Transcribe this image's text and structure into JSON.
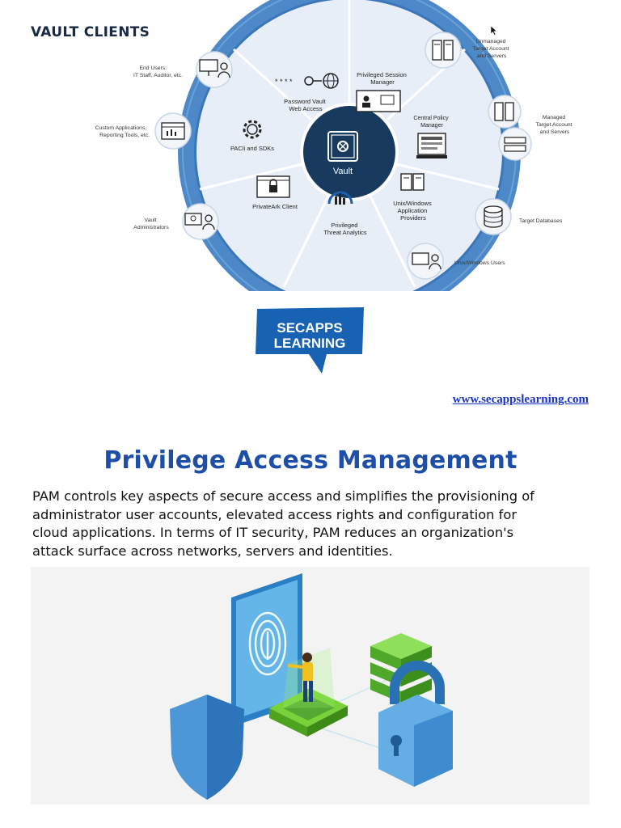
{
  "diagram": {
    "title": "VAULT CLIENTS",
    "center_label": "Vault",
    "segments": [
      {
        "label_lines": [
          "Password Vault",
          "Web Access"
        ]
      },
      {
        "label_lines": [
          "Privileged Session",
          "Manager"
        ]
      },
      {
        "label_lines": [
          "Central Policy",
          "Manager"
        ]
      },
      {
        "label_lines": [
          "Unix/Windows",
          "Application",
          "Providers"
        ]
      },
      {
        "label_lines": [
          "Privileged",
          "Threat Analytics"
        ]
      },
      {
        "label_lines": [
          "PrivateArk Client"
        ]
      },
      {
        "label_lines": [
          "PACli and SDKs"
        ]
      }
    ],
    "clients": [
      {
        "label_lines": [
          "End Users:",
          "IT Staff, Auditor, etc."
        ],
        "icon": "computer-user-icon"
      },
      {
        "label_lines": [
          "Custom Applications,",
          "Reporting Tools, etc."
        ],
        "icon": "app-window-icon"
      },
      {
        "label_lines": [
          "Vault",
          "Administrators"
        ],
        "icon": "admin-user-icon"
      },
      {
        "label_lines": [
          "Unmanaged",
          "Target Account",
          "and Servers"
        ],
        "icon": "server-tower-icon"
      },
      {
        "label_lines": [
          "Managed",
          "Target Account",
          "and Servers"
        ],
        "icon": "server-stack-icon"
      },
      {
        "label_lines": [
          "Target Databases"
        ],
        "icon": "database-icon"
      },
      {
        "label_lines": [
          "Unix/Windows Users"
        ],
        "icon": "computer-user-icon"
      }
    ],
    "colors": {
      "ring": "#3d7ec4",
      "inner": "#e7eef7",
      "hub": "#173a5e",
      "outer": "#4d89c9"
    }
  },
  "logo": {
    "lines": [
      "SECAPPS",
      "LEARNING"
    ],
    "color": "#1862b3"
  },
  "website": "www.secappslearning.com",
  "heading": "Privilege Access Management",
  "body_lines": [
    "PAM controls key aspects of secure access and simplifies the provisioning of",
    "administrator user accounts, elevated access rights and configuration for",
    "cloud applications. In terms of IT security, PAM reduces an organization's",
    "attack surface across networks, servers and identities."
  ]
}
